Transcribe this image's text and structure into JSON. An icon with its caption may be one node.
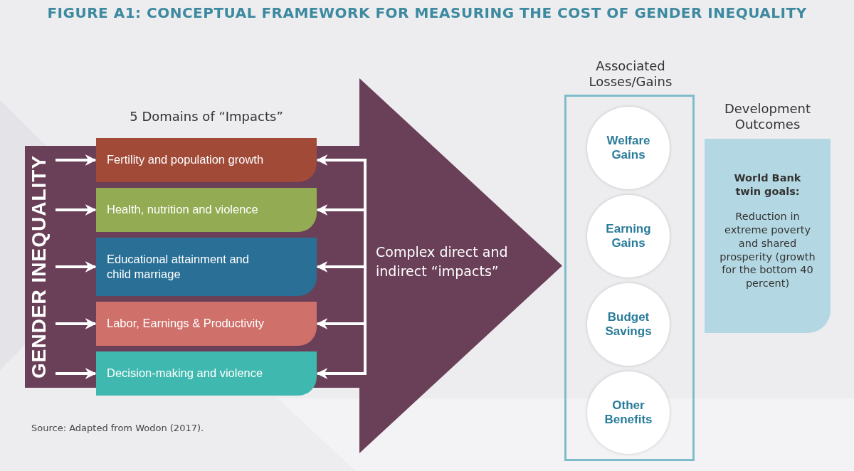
{
  "diagram": {
    "title": "FIGURE A1: CONCEPTUAL FRAMEWORK FOR MEASURING THE COST OF GENDER INEQUALITY",
    "nodes": [
      {
        "text": [
          "GENDER INEQUALITY"
        ]
      },
      {
        "text": [
          "Fertility and population growth"
        ]
      },
      {
        "text": [
          "Health, nutrition and violence"
        ]
      },
      {
        "text": [
          "Educational attainment and child marriage"
        ]
      },
      {
        "text": [
          "Labor, Earnings & Productivity"
        ]
      },
      {
        "text": [
          "Decision-making and violence"
        ]
      },
      {
        "text": [
          "Complex direct and indirect “impacts”"
        ]
      },
      {
        "text": [
          "Associated Losses/Gains"
        ]
      },
      {
        "text": [
          "Welfare Gains"
        ],
        "in": 7
      },
      {
        "text": [
          "Earning Gains"
        ],
        "in": 7
      },
      {
        "text": [
          "Budget Savings"
        ],
        "in": 7
      },
      {
        "text": [
          "Other Benefits"
        ],
        "in": 7
      },
      {
        "text": [
          "Development Outcomes",
          "World Bank twin goals:",
          "Reduction in extreme poverty and shared prosperity (growth for the bottom 40 percent)"
        ]
      }
    ],
    "edges": [
      {
        "from": 0,
        "to": 1,
        "arrow": "to"
      },
      {
        "from": 0,
        "to": 2,
        "arrow": "to"
      },
      {
        "from": 0,
        "to": 3,
        "arrow": "to"
      },
      {
        "from": 0,
        "to": 4,
        "arrow": "to"
      },
      {
        "from": 0,
        "to": 5,
        "arrow": "to"
      },
      {
        "from": 6,
        "to": 1,
        "arrow": "to"
      },
      {
        "from": 6,
        "to": 2,
        "arrow": "to"
      },
      {
        "from": 6,
        "to": 3,
        "arrow": "to"
      },
      {
        "from": 6,
        "to": 4,
        "arrow": "to"
      },
      {
        "from": 6,
        "to": 5,
        "arrow": "to"
      }
    ],
    "labels": [
      "5 Domains of “Impacts”",
      "Source: Adapted from Wodon (2017)."
    ]
  }
}
